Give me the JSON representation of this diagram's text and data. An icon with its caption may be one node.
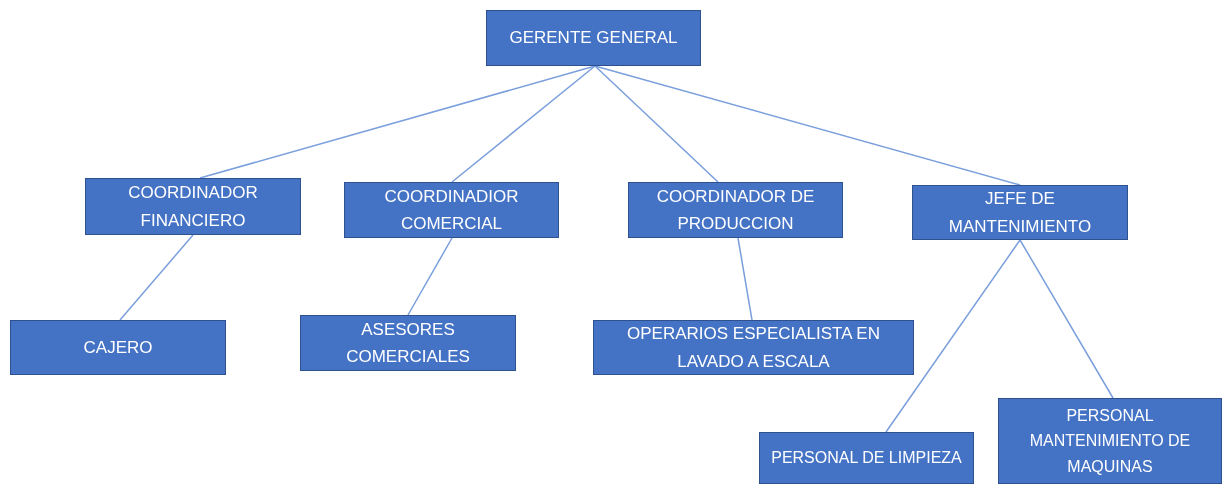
{
  "diagram": {
    "nodes": [
      {
        "text": [
          "GERENTE  GENERAL"
        ]
      },
      {
        "text": [
          "COORDINADOR FINANCIERO"
        ]
      },
      {
        "text": [
          "COORDINADIOR COMERCIAL"
        ]
      },
      {
        "text": [
          "COORDINADOR DE PRODUCCION"
        ]
      },
      {
        "text": [
          "JEFE DE MANTENIMIENTO"
        ]
      },
      {
        "text": [
          "CAJERO"
        ]
      },
      {
        "text": [
          "ASESORES COMERCIALES"
        ]
      },
      {
        "text": [
          "OPERARIOS ESPECIALISTA  EN LAVADO A ESCALA"
        ]
      },
      {
        "text": [
          "PERSONAL DE LIMPIEZA"
        ]
      },
      {
        "text": [
          "PERSONAL MANTENIMIENTO DE MAQUINAS"
        ]
      }
    ],
    "edges": [
      {
        "from": 0,
        "to": 1,
        "arrow": "none"
      },
      {
        "from": 0,
        "to": 2,
        "arrow": "none"
      },
      {
        "from": 0,
        "to": 3,
        "arrow": "none"
      },
      {
        "from": 0,
        "to": 4,
        "arrow": "none"
      },
      {
        "from": 1,
        "to": 5,
        "arrow": "none"
      },
      {
        "from": 2,
        "to": 6,
        "arrow": "none"
      },
      {
        "from": 3,
        "to": 7,
        "arrow": "none"
      },
      {
        "from": 4,
        "to": 8,
        "arrow": "none"
      },
      {
        "from": 4,
        "to": 9,
        "arrow": "none"
      }
    ]
  }
}
